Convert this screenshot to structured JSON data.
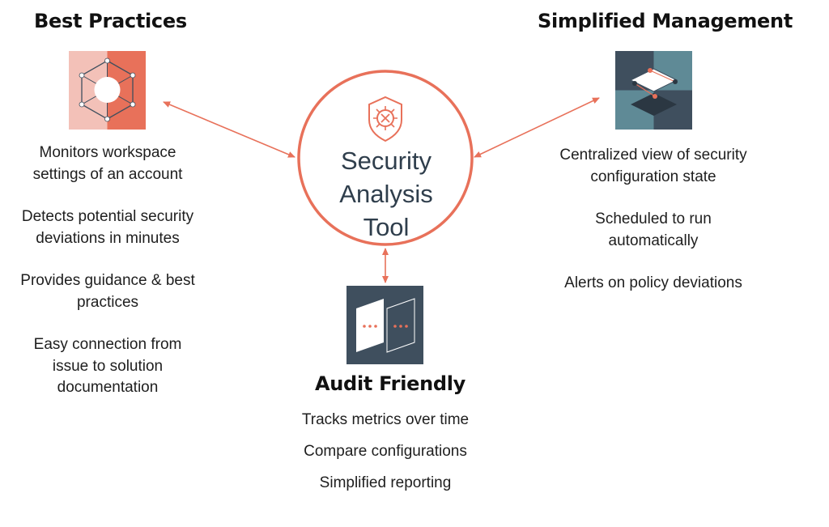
{
  "center": {
    "title": "Security Analysis Tool",
    "accent_color": "#e8715a",
    "icon": "shield-bug-icon"
  },
  "best_practices": {
    "title": "Best Practices",
    "icon": "cube-network-icon",
    "items": [
      "Monitors workspace settings of an account",
      "Detects potential security deviations in minutes",
      "Provides guidance & best practices",
      "Easy connection from issue to solution documentation"
    ]
  },
  "simplified_management": {
    "title": "Simplified Management",
    "icon": "layered-diamond-icon",
    "items": [
      "Centralized view of security  configuration state",
      "Scheduled to run automatically",
      "Alerts on policy deviations"
    ]
  },
  "audit_friendly": {
    "title": "Audit Friendly",
    "icon": "compare-panels-icon",
    "items": [
      "Tracks metrics over time",
      "Compare configurations",
      "Simplified reporting"
    ]
  },
  "colors": {
    "accent": "#e8715a",
    "accent_light": "#f3c1b8",
    "slate": "#3f4f5e",
    "teal": "#5f8a96"
  }
}
